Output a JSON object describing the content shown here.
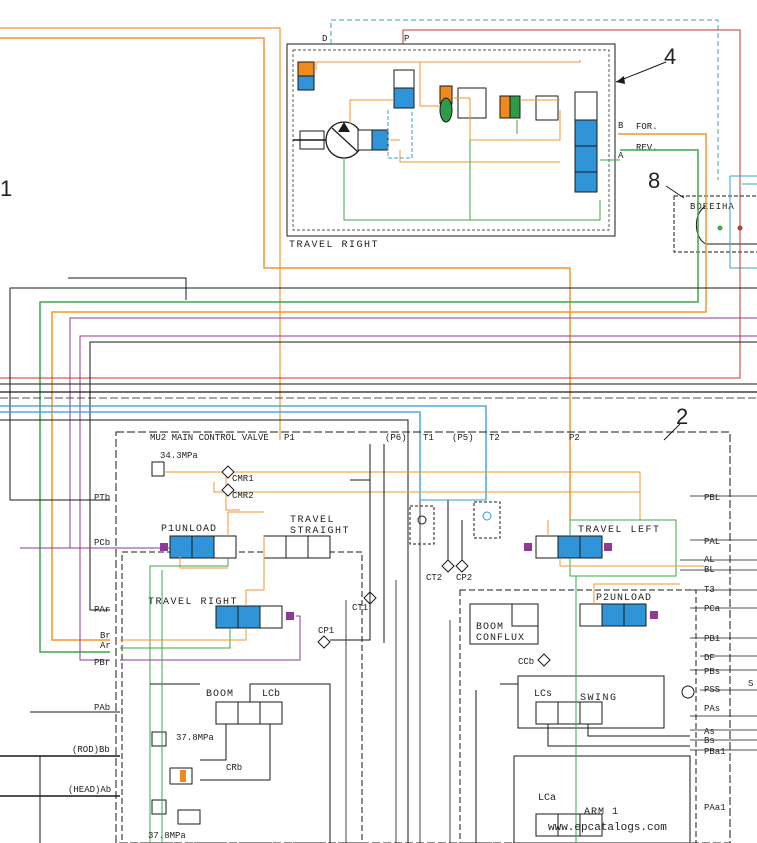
{
  "colors": {
    "orange": "#f2962f",
    "green": "#3da84a",
    "blue": "#2e9bd6",
    "purple": "#8e3a96",
    "red": "#c0392b",
    "cyan_dash": "#39a3c4",
    "black": "#1a1a1a",
    "valve_blue": "#2f95d8",
    "valve_orange": "#f08a1c",
    "valve_green": "#2f9a47"
  },
  "callouts": {
    "c1": "1",
    "c2": "2",
    "c4": "4",
    "c8": "8"
  },
  "travel_motor": {
    "label": "TRAVEL RIGHT",
    "port_d": "D",
    "port_p": "P",
    "port_b": "B",
    "port_a": "A",
    "for_label": "FOR.",
    "rev_label": "REV."
  },
  "swivel": {
    "ports": "BDEEIHA"
  },
  "main_valve": {
    "title": "MU2 MAIN CONTROL VALVE",
    "p1": "P1",
    "p6": "(P6)",
    "t1": "T1",
    "p5": "(P5)",
    "t2": "T2",
    "p2": "P2",
    "relief_main": "34.3MPa",
    "cmr1": "CMR1",
    "cmr2": "CMR2",
    "p1unload": "P1UNLOAD",
    "travel_straight_1": "TRAVEL",
    "travel_straight_2": "STRAIGHT",
    "travel_right": "TRAVEL RIGHT",
    "travel_left": "TRAVEL LEFT",
    "ct1": "CT1",
    "ct2": "CT2",
    "cp1": "CP1",
    "cp2": "CP2",
    "boom_conflux_1": "BOOM",
    "boom_conflux_2": "CONFLUX",
    "ccb": "CCb",
    "p2unload": "P2UNLOAD",
    "boom": "BOOM",
    "lcb": "LCb",
    "lcs": "LCs",
    "swing": "SWING",
    "lca": "LCa",
    "arm1": "ARM 1",
    "crb": "CRb",
    "relief_rod": "37.8MPa",
    "relief_head": "37.8MPa"
  },
  "left_ports": {
    "ptb": "PTb",
    "pcb": "PCb",
    "par": "PAr",
    "br": "Br",
    "ar": "Ar",
    "pbr": "PBr",
    "pab": "PAb",
    "bb": "(ROD)Bb",
    "ab": "(HEAD)Ab"
  },
  "right_ports": {
    "pbl": "PBL",
    "pal": "PAL",
    "al": "AL",
    "bl": "BL",
    "t3": "T3",
    "pca": "PCa",
    "pb1": "PB1",
    "df": "DF",
    "pbs": "PBs",
    "pss": "PSS",
    "s": "S",
    "pas": "PAs",
    "as": "As",
    "bs": "Bs",
    "pba1": "PBa1",
    "pa1": "PAa1"
  },
  "watermark": "www.epcatalogs.com"
}
